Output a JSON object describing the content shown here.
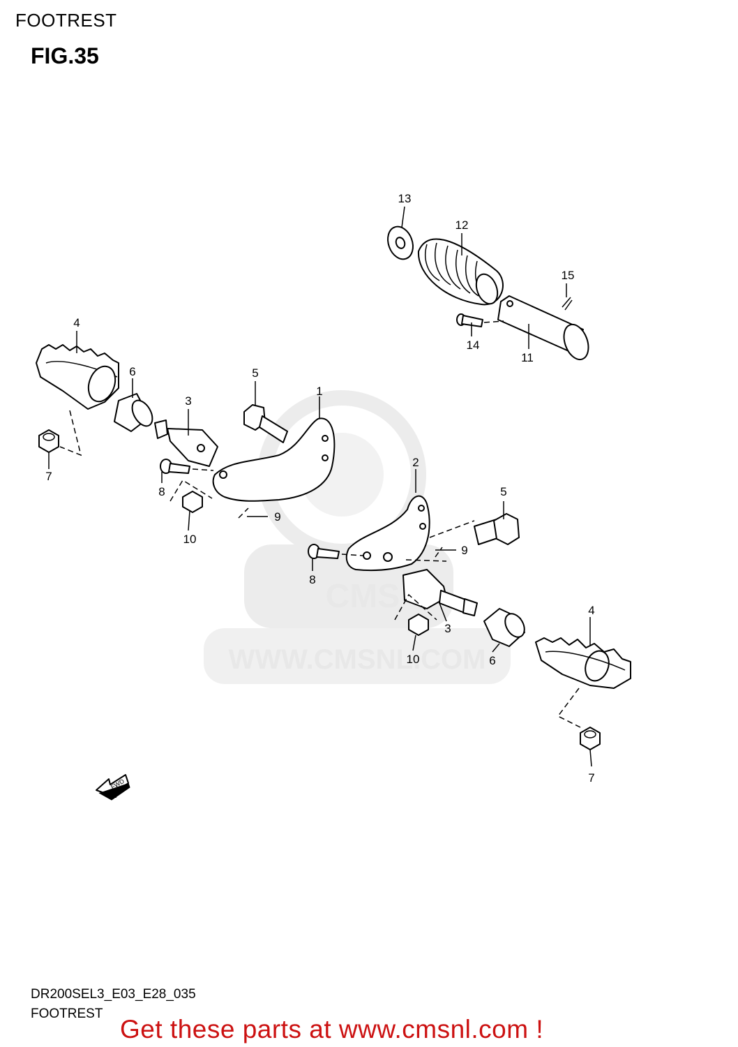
{
  "header": {
    "title": "FOOTREST",
    "figure": "FIG.35"
  },
  "footer": {
    "code": "DR200SEL3_E03_E28_035",
    "name": "FOOTREST"
  },
  "cta": "Get these parts at www.cmsnl.com !",
  "watermark": {
    "text": "WWW.CMSNL.COM",
    "logo": "CMS"
  },
  "fwd_label": "FWD",
  "callouts": [
    "13",
    "12",
    "15",
    "14",
    "11",
    "4",
    "6",
    "5",
    "1",
    "3",
    "7",
    "8",
    "9",
    "10",
    "2",
    "5",
    "9",
    "8",
    "3",
    "10",
    "6",
    "4",
    "7"
  ],
  "colors": {
    "cta": "#cc1111",
    "watermark": "#e8e8e8",
    "line": "#000000"
  }
}
